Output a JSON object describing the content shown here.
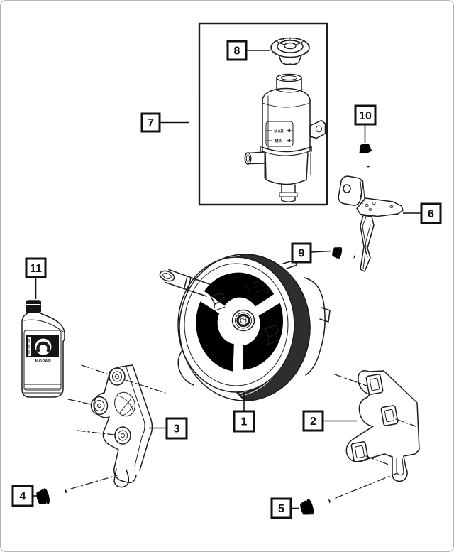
{
  "figure": {
    "background": "#ffffff",
    "line_color": "#1d1d1d",
    "border_color": "#b5b5b5",
    "callout_box_color": "#101010"
  },
  "callouts": [
    {
      "label": "1"
    },
    {
      "label": "2"
    },
    {
      "label": "3"
    },
    {
      "label": "4"
    },
    {
      "label": "5"
    },
    {
      "label": "6"
    },
    {
      "label": "7"
    },
    {
      "label": "8"
    },
    {
      "label": "9"
    },
    {
      "label": "10"
    },
    {
      "label": "11"
    }
  ],
  "reservoir": {
    "max_label": "MAX",
    "min_label": "MIN"
  },
  "fluid_bottle": {
    "brand": "MOPAR"
  }
}
